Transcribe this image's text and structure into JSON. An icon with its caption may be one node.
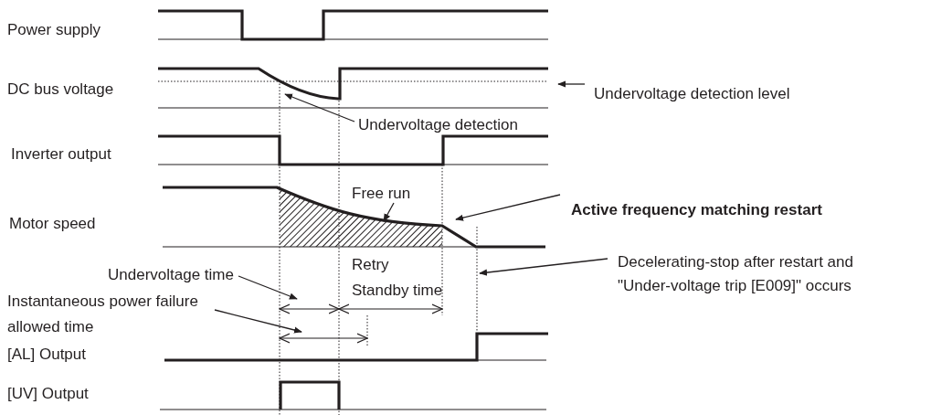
{
  "diagram": {
    "nodes": [
      {
        "text": [
          "Undervoltage detection level"
        ]
      },
      {
        "text": [
          "Undervoltage detection"
        ]
      },
      {
        "text": [
          "Free run"
        ]
      },
      {
        "text": [
          "Active frequency matching restart"
        ]
      },
      {
        "text": [
          "Undervoltage time"
        ]
      },
      {
        "text": [
          "Instantaneous power failure allowed time"
        ]
      },
      {
        "text": [
          "Decelerating-stop after restart and \"Under-voltage trip [E009]\" occurs"
        ]
      }
    ],
    "edges": [
      {
        "from": 0,
        "to": null,
        "arrow": "to"
      },
      {
        "from": 1,
        "to": null,
        "arrow": "to"
      },
      {
        "from": 2,
        "to": null,
        "arrow": "to"
      },
      {
        "from": 3,
        "to": null,
        "arrow": "to"
      },
      {
        "from": 4,
        "to": null,
        "arrow": "to"
      },
      {
        "from": 5,
        "to": null,
        "arrow": "to"
      },
      {
        "from": 6,
        "to": null,
        "arrow": "to"
      }
    ],
    "labels": [
      "Power supply",
      "DC bus voltage",
      "Inverter output",
      "Motor speed",
      "Retry Standby time",
      "[AL] Output",
      "[UV] Output"
    ]
  }
}
